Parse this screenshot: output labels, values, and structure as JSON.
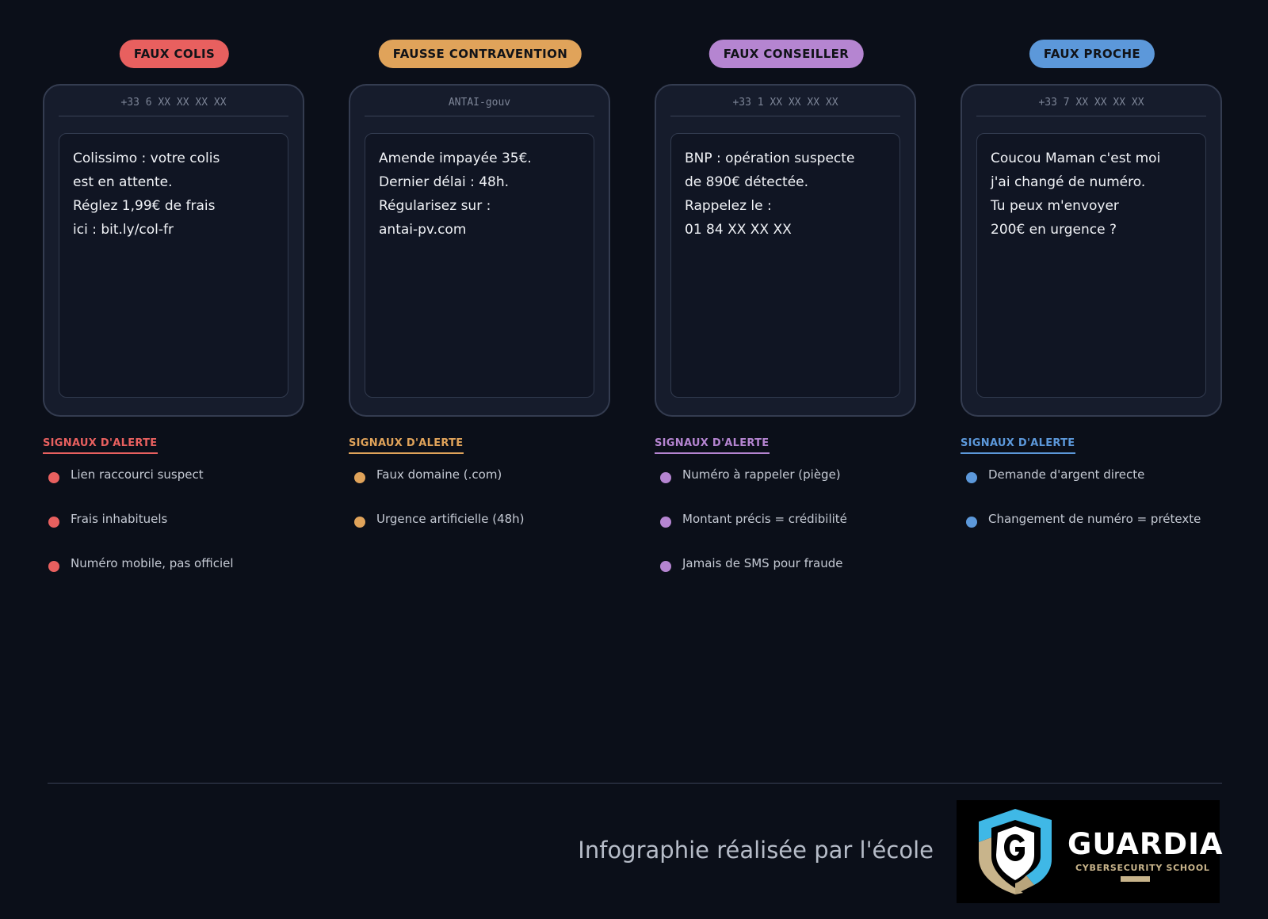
{
  "cards": [
    {
      "badge": "FAUX COLIS",
      "color": "#e8605f",
      "sender": "+33 6 XX XX XX XX",
      "message": [
        "Colissimo : votre colis",
        "est en attente.",
        "Réglez 1,99€ de frais",
        "ici : bit.ly/col-fr"
      ],
      "alert_title": "SIGNAUX D'ALERTE",
      "alerts": [
        "Lien raccourci suspect",
        "Frais inhabituels",
        "Numéro mobile, pas officiel"
      ]
    },
    {
      "badge": "FAUSSE CONTRAVENTION",
      "color": "#e0a35a",
      "sender": "ANTAI-gouv",
      "message": [
        "Amende impayée 35€.",
        "Dernier délai : 48h.",
        "Régularisez sur :",
        "antai-pv.com"
      ],
      "alert_title": "SIGNAUX D'ALERTE",
      "alerts": [
        "Faux domaine (.com)",
        "Urgence artificielle (48h)"
      ]
    },
    {
      "badge": "FAUX CONSEILLER",
      "color": "#b585d1",
      "sender": "+33 1 XX XX XX XX",
      "message": [
        "BNP : opération suspecte",
        "de 890€ détectée.",
        "Rappelez le :",
        "01 84 XX XX XX"
      ],
      "alert_title": "SIGNAUX D'ALERTE",
      "alerts": [
        "Numéro à rappeler (piège)",
        "Montant précis = crédibilité",
        "Jamais de SMS pour fraude"
      ]
    },
    {
      "badge": "FAUX PROCHE",
      "color": "#5c98da",
      "sender": "+33 7 XX XX XX XX",
      "message": [
        "Coucou Maman c'est moi",
        "j'ai changé de numéro.",
        "Tu peux m'envoyer",
        "200€ en urgence ?"
      ],
      "alert_title": "SIGNAUX D'ALERTE",
      "alerts": [
        "Demande d'argent directe",
        "Changement de numéro = prétexte"
      ]
    }
  ],
  "footer": {
    "credit": "Infographie réalisée par l'école",
    "logo_name": "GUARDIA",
    "logo_sub": "CYBERSECURITY SCHOOL"
  }
}
